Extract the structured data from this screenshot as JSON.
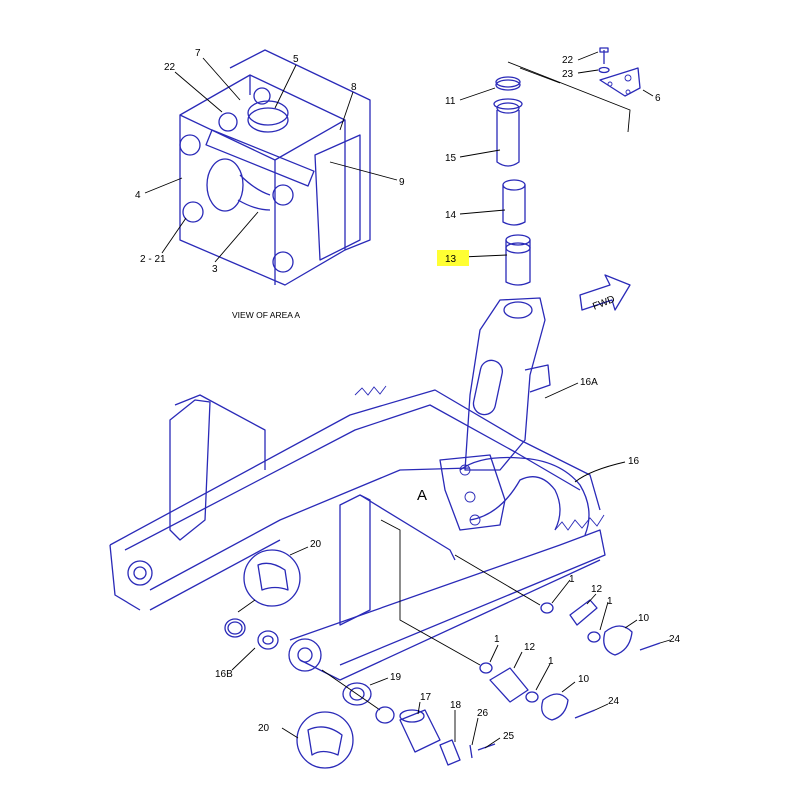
{
  "diagram": {
    "view_caption": "VIEW OF AREA A",
    "area_letter": "A",
    "fwd_label": "FWD",
    "highlight_color": "#ffff33",
    "line_color": "#2a2ab8",
    "callouts": {
      "c7": "7",
      "c22a": "22",
      "c5": "5",
      "c8": "8",
      "c9": "9",
      "c4": "4",
      "c2_21": "2 - 21",
      "c3": "3",
      "c22b": "22",
      "c23": "23",
      "c6": "6",
      "c11": "11",
      "c15": "15",
      "c14": "14",
      "c13": "13",
      "c16a": "16A",
      "c16": "16",
      "c20a": "20",
      "c20b": "20",
      "c16b": "16B",
      "c19": "19",
      "c17": "17",
      "c18": "18",
      "c26": "26",
      "c25": "25",
      "c1a": "1",
      "c12a": "12",
      "c1b": "1",
      "c10a": "10",
      "c24a": "24",
      "c1c": "1",
      "c12b": "12",
      "c1d": "1",
      "c10b": "10",
      "c24b": "24"
    }
  }
}
